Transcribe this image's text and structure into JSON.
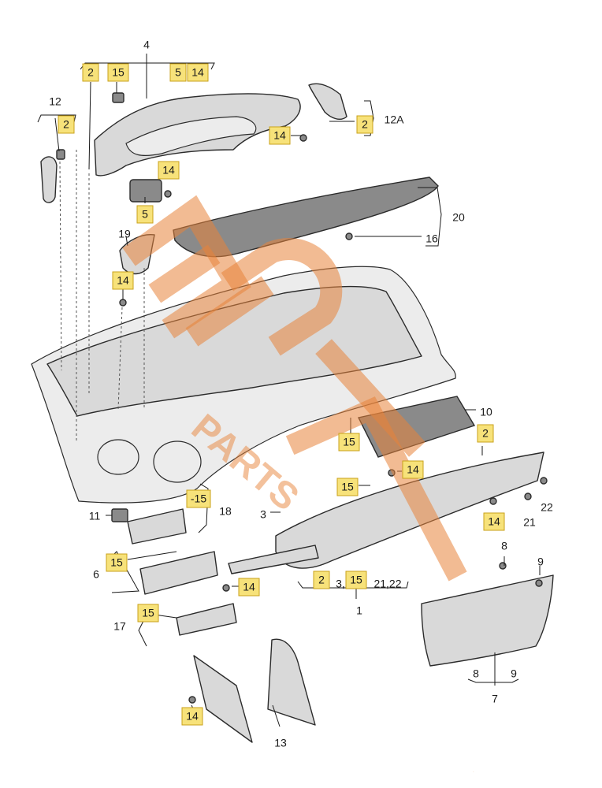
{
  "diagram": {
    "labels_plain": [
      {
        "id": "l4",
        "text": "4"
      },
      {
        "id": "l12",
        "text": "12"
      },
      {
        "id": "l12A",
        "text": "12A"
      },
      {
        "id": "l20",
        "text": "20"
      },
      {
        "id": "l16",
        "text": "16"
      },
      {
        "id": "l19",
        "text": "19"
      },
      {
        "id": "l10",
        "text": "10"
      },
      {
        "id": "l22",
        "text": "22"
      },
      {
        "id": "l21",
        "text": "21"
      },
      {
        "id": "l11",
        "text": "11"
      },
      {
        "id": "l18",
        "text": "18"
      },
      {
        "id": "l3",
        "text": "3"
      },
      {
        "id": "l8a",
        "text": "8"
      },
      {
        "id": "l9a",
        "text": "9"
      },
      {
        "id": "l6",
        "text": "6"
      },
      {
        "id": "l1list",
        "text": "3,"
      },
      {
        "id": "l2122",
        "text": "21,22"
      },
      {
        "id": "l1",
        "text": "1"
      },
      {
        "id": "l17",
        "text": "17"
      },
      {
        "id": "l8b",
        "text": "8"
      },
      {
        "id": "l9b",
        "text": "9"
      },
      {
        "id": "l7",
        "text": "7"
      },
      {
        "id": "l13",
        "text": "13"
      }
    ],
    "labels_boxed": [
      {
        "id": "b2a",
        "text": "2"
      },
      {
        "id": "b15a",
        "text": "15"
      },
      {
        "id": "b5a",
        "text": "5"
      },
      {
        "id": "b14a",
        "text": "14"
      },
      {
        "id": "b2b",
        "text": "2"
      },
      {
        "id": "b14b",
        "text": "14"
      },
      {
        "id": "b2c",
        "text": "2"
      },
      {
        "id": "b14c",
        "text": "14"
      },
      {
        "id": "b5b",
        "text": "5"
      },
      {
        "id": "b14d",
        "text": "14"
      },
      {
        "id": "b15b",
        "text": "15"
      },
      {
        "id": "b2d",
        "text": "2"
      },
      {
        "id": "b14e",
        "text": "14"
      },
      {
        "id": "b15c",
        "text": "15"
      },
      {
        "id": "b14f",
        "text": "14"
      },
      {
        "id": "b15d",
        "text": "-15"
      },
      {
        "id": "b15e",
        "text": "15"
      },
      {
        "id": "b14g",
        "text": "14"
      },
      {
        "id": "b2e",
        "text": "2"
      },
      {
        "id": "b15f",
        "text": "15"
      },
      {
        "id": "b15g",
        "text": "15"
      },
      {
        "id": "b14h",
        "text": "14"
      }
    ],
    "watermark": {
      "word1": "ED",
      "word2": "PARTS"
    },
    "colors": {
      "label_box": "#f7e27a",
      "watermark": "#e8833a",
      "part_fill": "#d9d9d9"
    }
  }
}
